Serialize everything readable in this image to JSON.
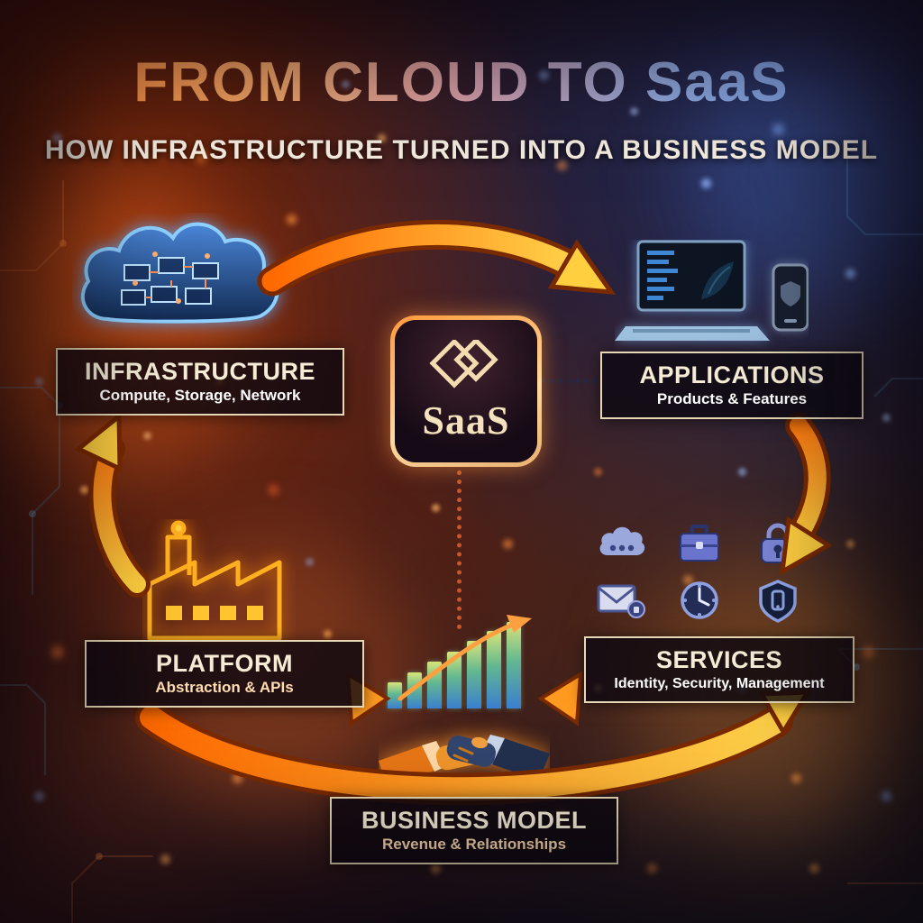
{
  "title": "FROM CLOUD TO SaaS",
  "subtitle": "HOW INFRASTRUCTURE TURNED INTO A BUSINESS MODEL",
  "center_logo": "SaaS",
  "nodes": {
    "infrastructure": {
      "title": "INFRASTRUCTURE",
      "subtitle": "Compute, Storage, Network"
    },
    "applications": {
      "title": "APPLICATIONS",
      "subtitle": "Products & Features"
    },
    "platform": {
      "title": "PLATFORM",
      "subtitle": "Abstraction & APIs"
    },
    "services": {
      "title": "SERVICES",
      "subtitle": "Identity, Security, Management"
    },
    "business_model": {
      "title": "BUSINESS MODEL",
      "subtitle": "Revenue & Relationships"
    }
  },
  "icons": {
    "infrastructure": "cloud-servers-icon",
    "applications": "laptop-and-phone-icon",
    "platform": "factory-icon",
    "services": [
      "cloud-icon",
      "briefcase-icon",
      "lock-icon",
      "mail-lock-icon",
      "clock-icon",
      "shield-icon"
    ],
    "business_model": [
      "growth-chart-icon",
      "handshake-icon"
    ]
  },
  "growth_chart": {
    "bars": [
      30,
      42,
      54,
      66,
      78,
      90,
      100
    ]
  },
  "colors": {
    "accent_orange": "#ff8c2a",
    "accent_yellow": "#ffd24a",
    "accent_blue": "#7fa8f0",
    "box_border": "#e6d8b4",
    "box_bg": "#0c0710"
  }
}
